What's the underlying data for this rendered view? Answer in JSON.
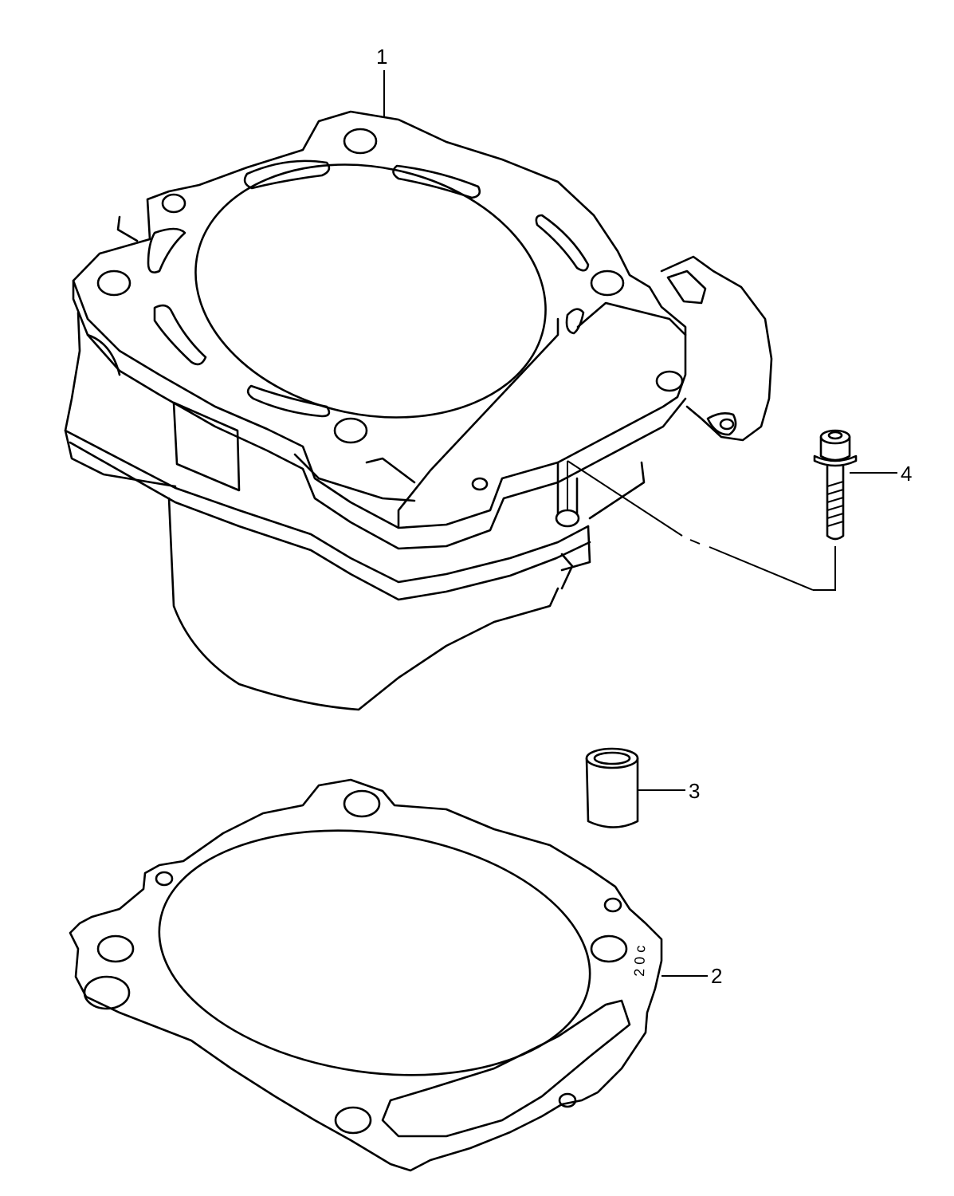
{
  "parts": [
    {
      "callout": "1",
      "name": "cylinder"
    },
    {
      "callout": "2",
      "name": "cylinder-base-gasket"
    },
    {
      "callout": "3",
      "name": "dowel-pin"
    },
    {
      "callout": "4",
      "name": "cylinder-bolt"
    }
  ],
  "gasket_stamp": "2 0 c",
  "colors": {
    "ink": "#000000",
    "background": "#ffffff"
  }
}
